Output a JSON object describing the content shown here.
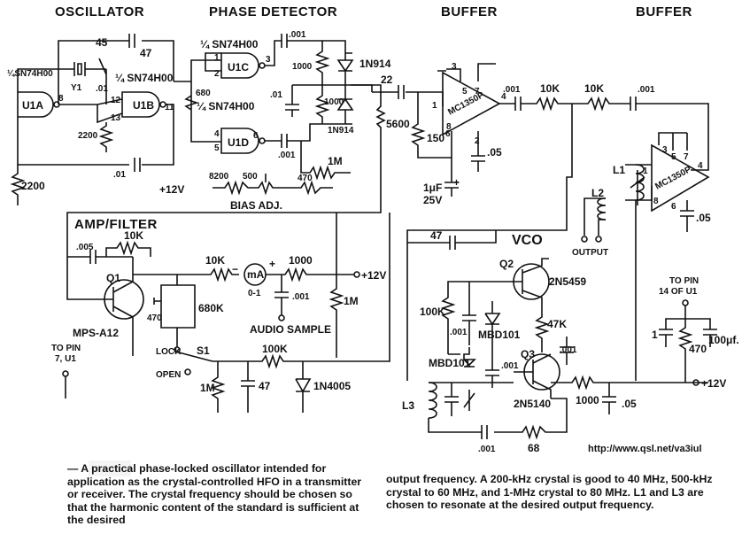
{
  "headers": {
    "oscillator": "OSCILLATOR",
    "phase_detector": "PHASE DETECTOR",
    "buffer1": "BUFFER",
    "buffer2": "BUFFER",
    "amp_filter": "AMP/FILTER",
    "vco": "VCO"
  },
  "ics": {
    "u1a": "U1A",
    "u1b": "U1B",
    "u1c": "U1C",
    "u1d": "U1D",
    "u1a_type": "¼SN74H00",
    "u1b_type": "¼ SN74H00",
    "u1c_type": "¼ SN74H00",
    "u1d_type": "¼ SN74H00",
    "mc1": "MC1350P",
    "mc2": "MC1350P"
  },
  "pins": [
    "1",
    "2",
    "3",
    "4",
    "5",
    "6",
    "8",
    "11",
    "12",
    "13",
    "2",
    "5",
    "6",
    "3",
    "7",
    "4",
    "1",
    "8",
    "3",
    "5",
    "7",
    "4",
    "1",
    "6"
  ],
  "components": {
    "c45": "45",
    "c47a": "47",
    "c01a": ".01",
    "r2200a": "2200",
    "c01b": ".01",
    "r2200b": "2200",
    "y1": "Y1",
    "c001a": ".001",
    "r680": "680",
    "r1000a": "1000",
    "d1n914a": "1N914",
    "r1000b": "1000",
    "d1n914b": "1N914",
    "c01c": ".01",
    "c001b": ".001",
    "r1m_a": "1M",
    "r8200": "8200",
    "r500": "500",
    "r470a": "470",
    "bias_adj": "BIAS ADJ.",
    "plus12v_a": "+12V",
    "c22": "22",
    "r5600": "5600",
    "r150": "150",
    "c05a": ".05",
    "c1uf": "1μF",
    "v25": "25V",
    "c001c": ".001",
    "r10k_a": "10K",
    "r10k_b": "10K",
    "c001d": ".001",
    "l1": "L1",
    "l2": "L2",
    "output": "OUTPUT",
    "c05b": ".05",
    "c005": ".005",
    "r10k_c": "10K",
    "q1": "Q1",
    "mps_a12": "MPS-A12",
    "r470b": "470",
    "r680k": "680K",
    "r10k_d": "10K",
    "meter": "mA",
    "meter_range": "0-1",
    "r1000c": "1000",
    "plus12v_b": "+12V",
    "c001e": ".001",
    "r1m_b": "1M",
    "audio_sample": "AUDIO SAMPLE",
    "lock": "LOCK",
    "s1": "S1",
    "open": "OPEN",
    "r100k_a": "100K",
    "r1m_c": "1M",
    "c47b": "47",
    "d1n4005": "1N4005",
    "c47c": "47",
    "to_pin7": "TO PIN",
    "to_pin7b": "7, U1",
    "q2": "Q2",
    "q2_type": "2N5459",
    "r100k_b": "100K",
    "c001f": ".001",
    "mb101a": "MBD101",
    "r47k": "47K",
    "mb101b": "MBD101",
    "c001g": ".001",
    "c001h": ".001",
    "q3": "Q3",
    "q3_type": "2N5140",
    "r1000d": "1000",
    "c05c": ".05",
    "l3": "L3",
    "c001i": ".001",
    "r68": "68",
    "to_pin14": "TO PIN",
    "to_pin14b": "14 OF U1",
    "c1": "1",
    "r470c": "470",
    "c100uf": "100μf.",
    "plus12v_c": "+12V",
    "plus": "+",
    "minus": "−"
  },
  "url": "http://www.qsl.net/va3iul",
  "caption": {
    "left": "— A practical phase-locked oscillator intended for application as the crystal-controlled HFO in a transmitter or receiver. The crystal frequency should be chosen so that the harmonic content of the standard is sufficient at the desired",
    "right": "output frequency. A 200-kHz crystal is good to 40 MHz, 500-kHz crystal to 60 MHz, and 1-MHz crystal to 80 MHz. L1 and L3 are chosen to resonate at the desired output frequency."
  }
}
